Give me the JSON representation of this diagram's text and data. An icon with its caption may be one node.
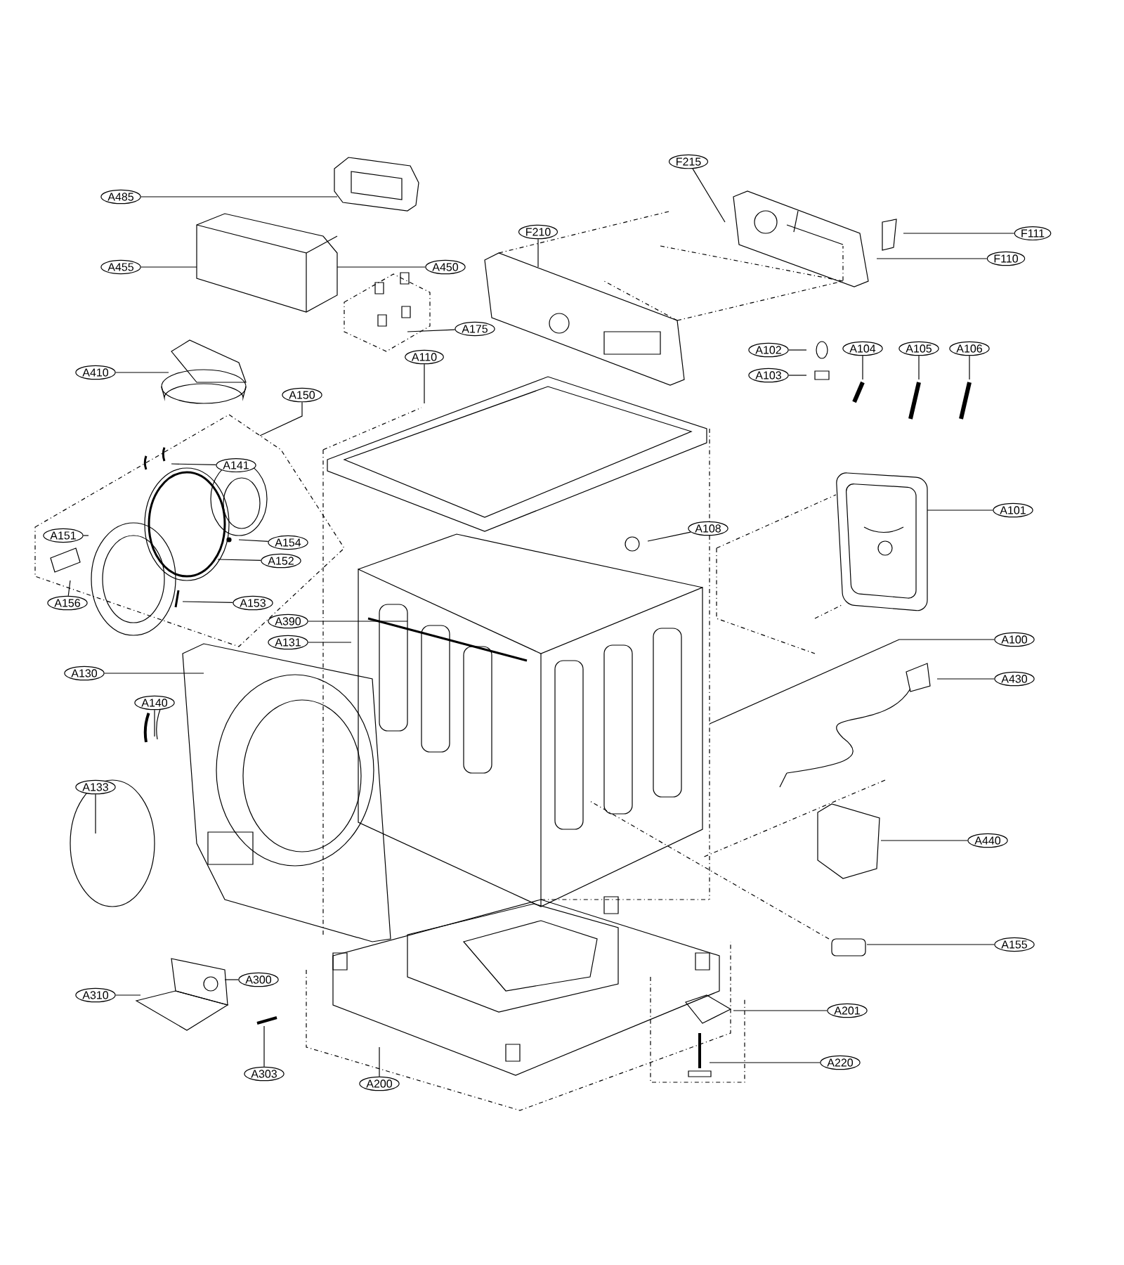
{
  "diagram": {
    "nodes": [
      {
        "text": [
          "A485"
        ]
      },
      {
        "text": [
          "A455"
        ]
      },
      {
        "text": [
          "A450"
        ]
      },
      {
        "text": [
          "A175"
        ]
      },
      {
        "text": [
          "F210"
        ]
      },
      {
        "text": [
          "F215"
        ]
      },
      {
        "text": [
          "F111"
        ]
      },
      {
        "text": [
          "F110"
        ]
      },
      {
        "text": [
          "A102"
        ]
      },
      {
        "text": [
          "A103"
        ]
      },
      {
        "text": [
          "A104"
        ]
      },
      {
        "text": [
          "A105"
        ]
      },
      {
        "text": [
          "A106"
        ]
      },
      {
        "text": [
          "A410"
        ]
      },
      {
        "text": [
          "A110"
        ]
      },
      {
        "text": [
          "A150"
        ]
      },
      {
        "text": [
          "A141"
        ]
      },
      {
        "text": [
          "A151"
        ]
      },
      {
        "text": [
          "A154"
        ]
      },
      {
        "text": [
          "A152"
        ]
      },
      {
        "text": [
          "A108"
        ]
      },
      {
        "text": [
          "A101"
        ]
      },
      {
        "text": [
          "A156"
        ]
      },
      {
        "text": [
          "A153"
        ]
      },
      {
        "text": [
          "A390"
        ]
      },
      {
        "text": [
          "A131"
        ]
      },
      {
        "text": [
          "A100"
        ]
      },
      {
        "text": [
          "A130"
        ]
      },
      {
        "text": [
          "A430"
        ]
      },
      {
        "text": [
          "A140"
        ]
      },
      {
        "text": [
          "A133"
        ]
      },
      {
        "text": [
          "A440"
        ]
      },
      {
        "text": [
          "A155"
        ]
      },
      {
        "text": [
          "A300"
        ]
      },
      {
        "text": [
          "A310"
        ]
      },
      {
        "text": [
          "A201"
        ]
      },
      {
        "text": [
          "A303"
        ]
      },
      {
        "text": [
          "A220"
        ]
      },
      {
        "text": [
          "A200"
        ]
      }
    ],
    "edges": [
      {
        "from": 0,
        "to": null,
        "arrow": "none"
      },
      {
        "from": 1,
        "to": null,
        "arrow": "none"
      },
      {
        "from": 2,
        "to": null,
        "arrow": "none"
      },
      {
        "from": 3,
        "to": null,
        "arrow": "none"
      },
      {
        "from": 4,
        "to": null,
        "arrow": "none"
      },
      {
        "from": 5,
        "to": null,
        "arrow": "none"
      },
      {
        "from": 6,
        "to": null,
        "arrow": "none"
      },
      {
        "from": 7,
        "to": null,
        "arrow": "none"
      },
      {
        "from": 8,
        "to": null,
        "arrow": "none"
      },
      {
        "from": 9,
        "to": null,
        "arrow": "none"
      },
      {
        "from": 10,
        "to": null,
        "arrow": "none"
      },
      {
        "from": 11,
        "to": null,
        "arrow": "none"
      },
      {
        "from": 12,
        "to": null,
        "arrow": "none"
      },
      {
        "from": 13,
        "to": null,
        "arrow": "none"
      },
      {
        "from": 14,
        "to": null,
        "arrow": "none"
      },
      {
        "from": 15,
        "to": null,
        "arrow": "none"
      },
      {
        "from": 16,
        "to": null,
        "arrow": "none"
      },
      {
        "from": 17,
        "to": null,
        "arrow": "none"
      },
      {
        "from": 18,
        "to": null,
        "arrow": "none"
      },
      {
        "from": 19,
        "to": null,
        "arrow": "none"
      },
      {
        "from": 20,
        "to": null,
        "arrow": "none"
      },
      {
        "from": 21,
        "to": null,
        "arrow": "none"
      },
      {
        "from": 22,
        "to": null,
        "arrow": "none"
      },
      {
        "from": 23,
        "to": null,
        "arrow": "none"
      },
      {
        "from": 24,
        "to": null,
        "arrow": "none"
      },
      {
        "from": 25,
        "to": null,
        "arrow": "none"
      },
      {
        "from": 26,
        "to": null,
        "arrow": "none"
      },
      {
        "from": 27,
        "to": null,
        "arrow": "none"
      },
      {
        "from": 28,
        "to": null,
        "arrow": "none"
      },
      {
        "from": 29,
        "to": null,
        "arrow": "none"
      },
      {
        "from": 30,
        "to": null,
        "arrow": "none"
      },
      {
        "from": 31,
        "to": null,
        "arrow": "none"
      },
      {
        "from": 32,
        "to": null,
        "arrow": "none"
      },
      {
        "from": 33,
        "to": null,
        "arrow": "none"
      },
      {
        "from": 34,
        "to": null,
        "arrow": "none"
      },
      {
        "from": 35,
        "to": null,
        "arrow": "none"
      },
      {
        "from": 36,
        "to": null,
        "arrow": "none"
      },
      {
        "from": 37,
        "to": null,
        "arrow": "none"
      },
      {
        "from": 38,
        "to": null,
        "arrow": "none"
      }
    ]
  }
}
